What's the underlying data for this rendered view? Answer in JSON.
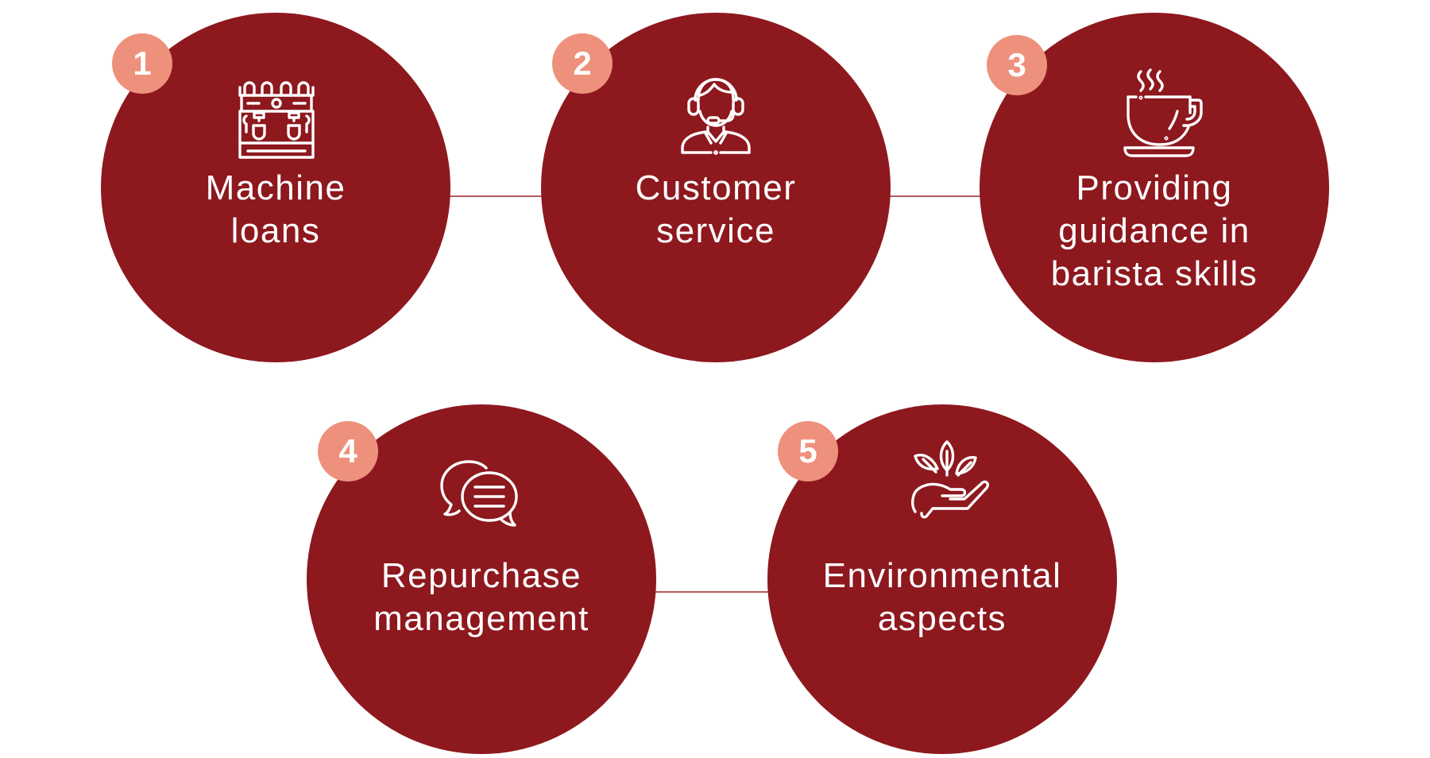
{
  "diagram": {
    "title": "",
    "colors": {
      "circle": "#8d181e",
      "badge": "#ee917c",
      "connector": "#b45a5f",
      "text": "#ffffff"
    },
    "steps": [
      {
        "number": "1",
        "icon": "espresso-machine-icon",
        "label_lines": [
          "Machine",
          "loans"
        ]
      },
      {
        "number": "2",
        "icon": "customer-support-headset-icon",
        "label_lines": [
          "Customer",
          "service"
        ]
      },
      {
        "number": "3",
        "icon": "coffee-cup-icon",
        "label_lines": [
          "Providing",
          "guidance in",
          "barista skills"
        ]
      },
      {
        "number": "4",
        "icon": "chat-bubbles-icon",
        "label_lines": [
          "Repurchase",
          "management"
        ]
      },
      {
        "number": "5",
        "icon": "plant-in-hand-icon",
        "label_lines": [
          "Environmental",
          "aspects"
        ]
      }
    ],
    "connections": [
      {
        "from": "1",
        "to": "2"
      },
      {
        "from": "2",
        "to": "3"
      },
      {
        "from": "4",
        "to": "5"
      }
    ]
  }
}
